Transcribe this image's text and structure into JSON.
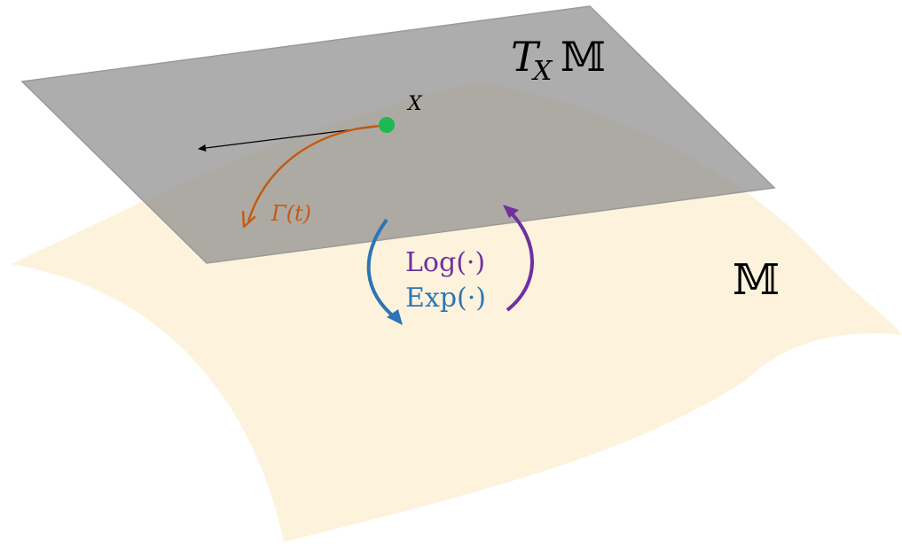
{
  "labels": {
    "tangent_space_T": "T",
    "tangent_space_sub": "X",
    "tangent_space_M": "𝕄",
    "manifold": "𝕄",
    "point": "X",
    "curve": "Γ(t)",
    "log_map": "Log(·)",
    "exp_map": "Exp(·)"
  },
  "colors": {
    "manifold_fill": "#fdf3dc",
    "tangent_plane_fill": "#8e8e8e",
    "tangent_plane_stroke": "#9a9a9a",
    "point": "#1db954",
    "curve": "#c55a11",
    "log": "#7030a0",
    "exp": "#2e75b6",
    "text": "#000000"
  }
}
